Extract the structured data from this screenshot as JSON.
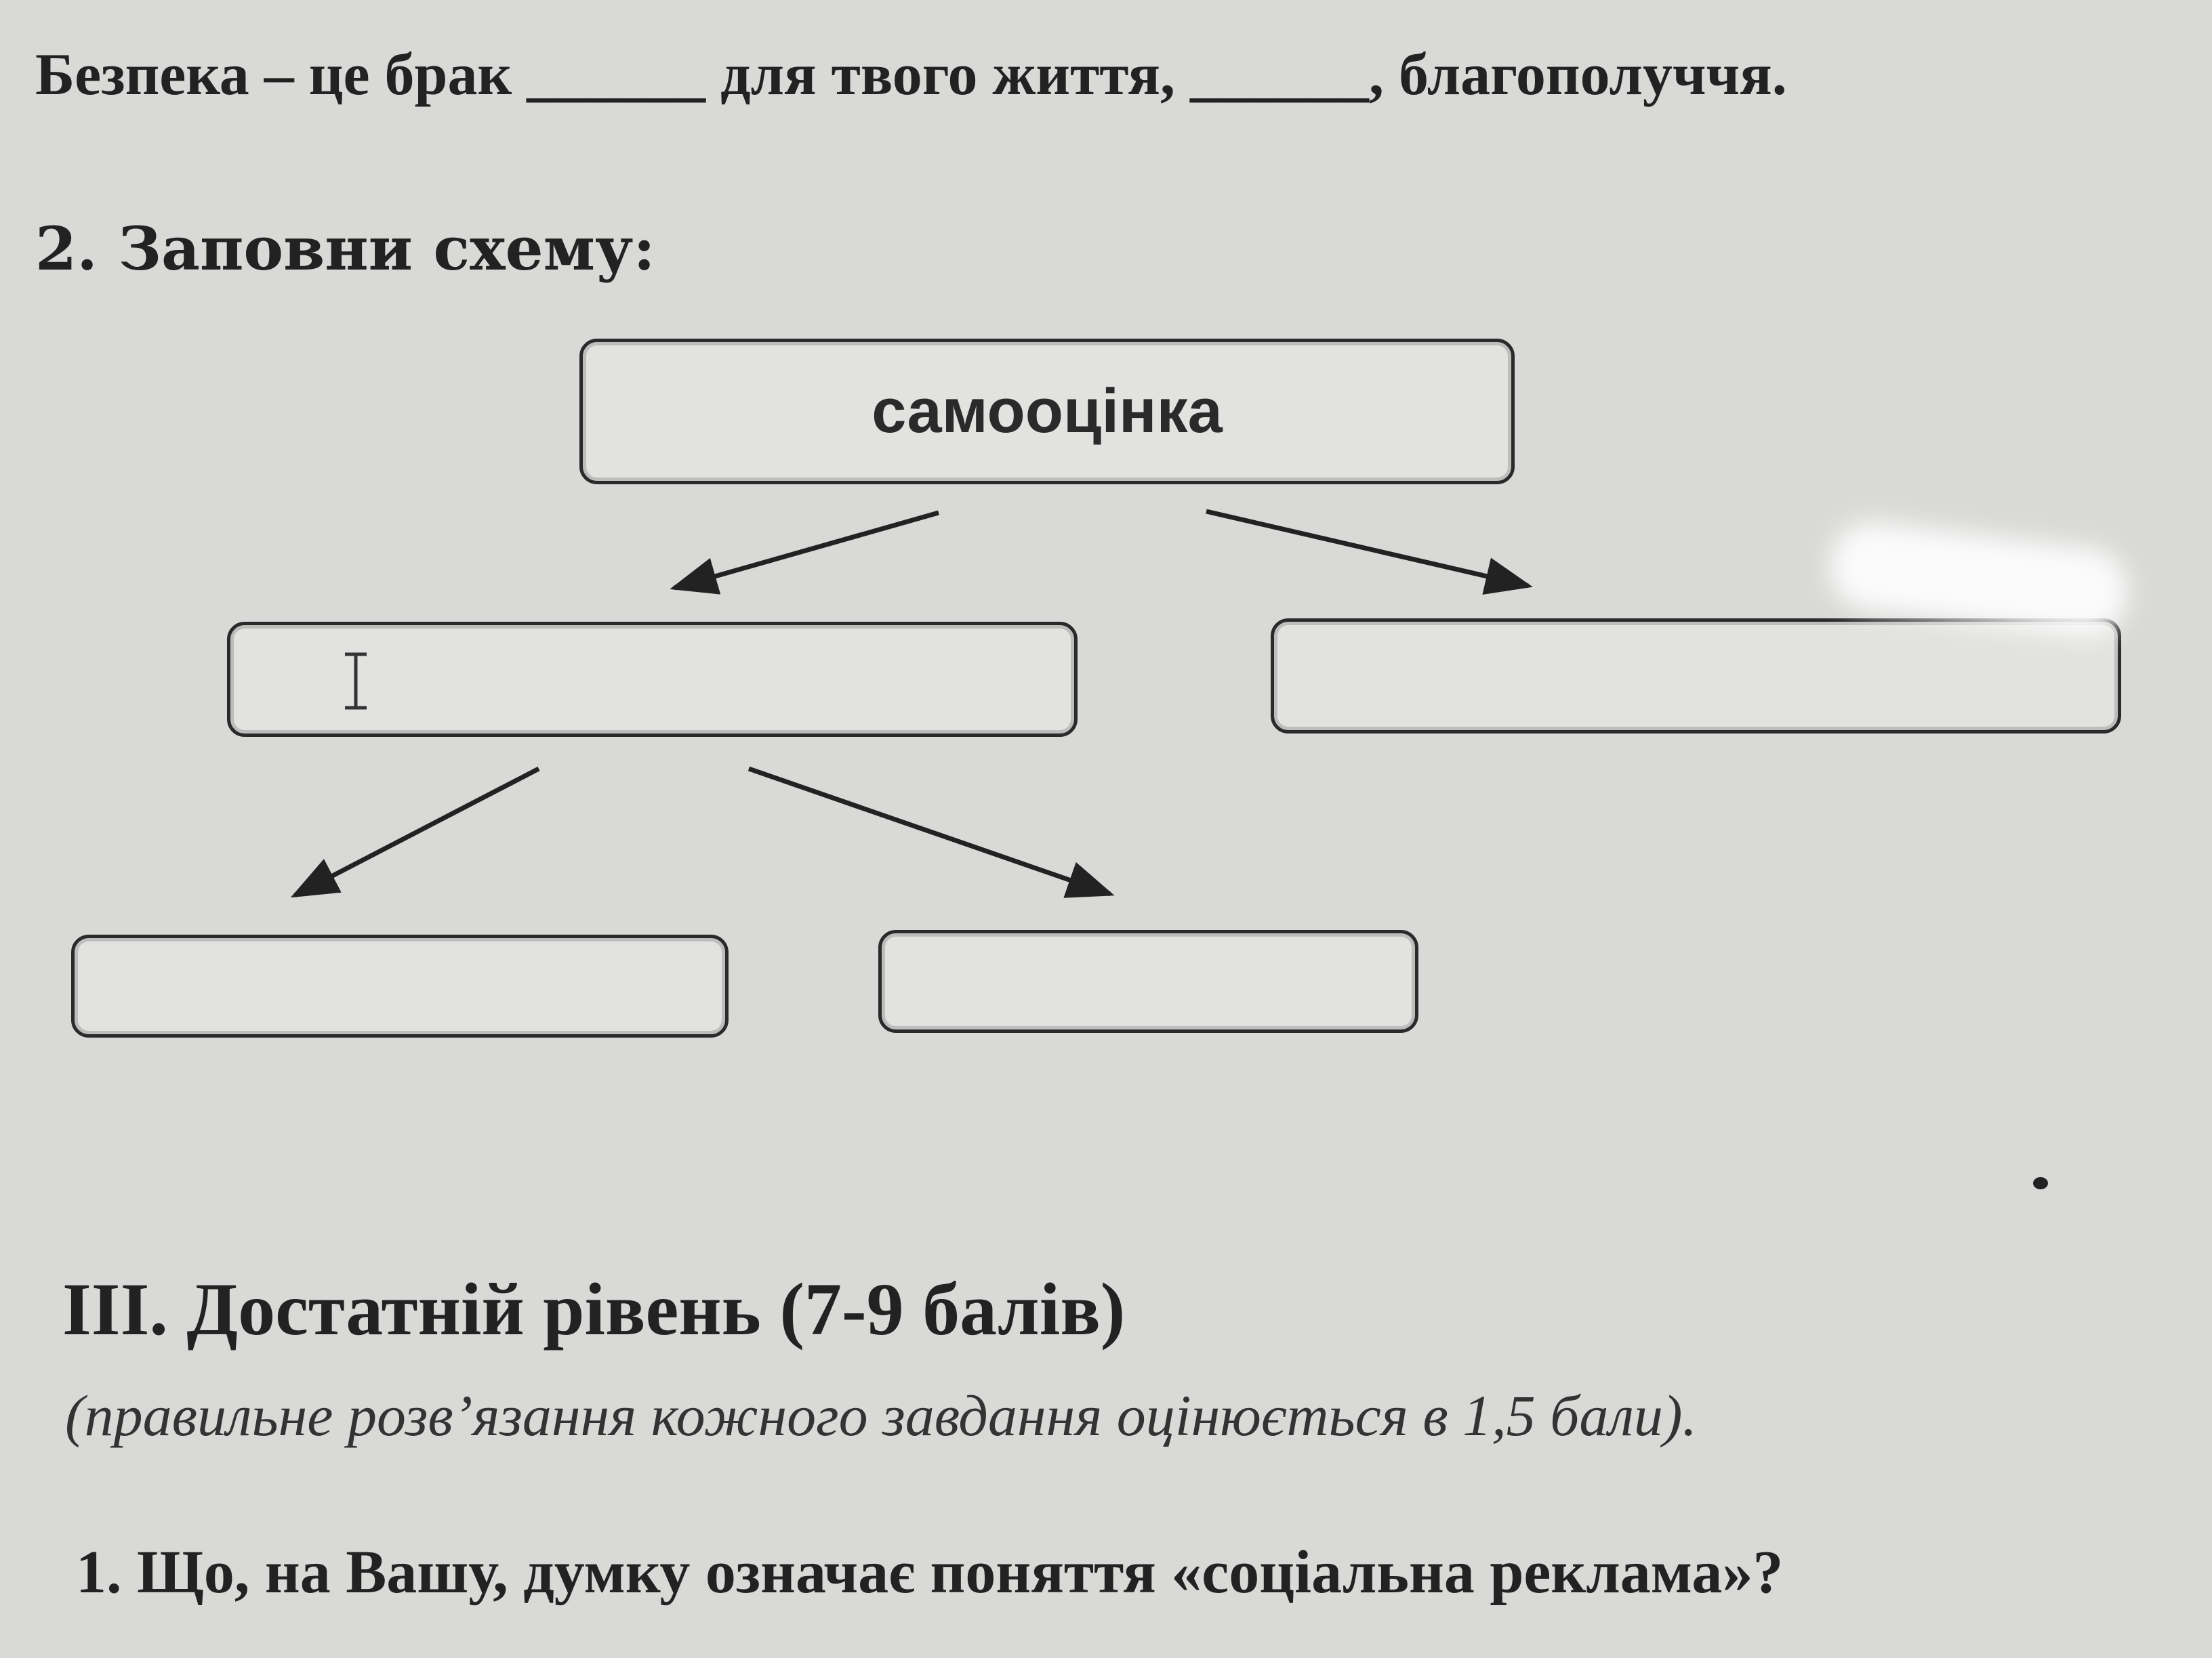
{
  "line1": "Безпека – це брак ______ для твого життя, ______, благополуччя.",
  "task2": "2. Заповни схему:",
  "scheme": {
    "top_box": "самооцінка",
    "left_box": "",
    "right_box": "",
    "bottom_left_box": "",
    "bottom_right_box": ""
  },
  "section": "ІІІ. Достатній рівень (7-9 балів)",
  "note": "(правильне розв’язання кожного завдання оцінюється в 1,5 бали).",
  "question1": "1. Що, на Вашу, думку означає поняття «соціальна реклама»?"
}
